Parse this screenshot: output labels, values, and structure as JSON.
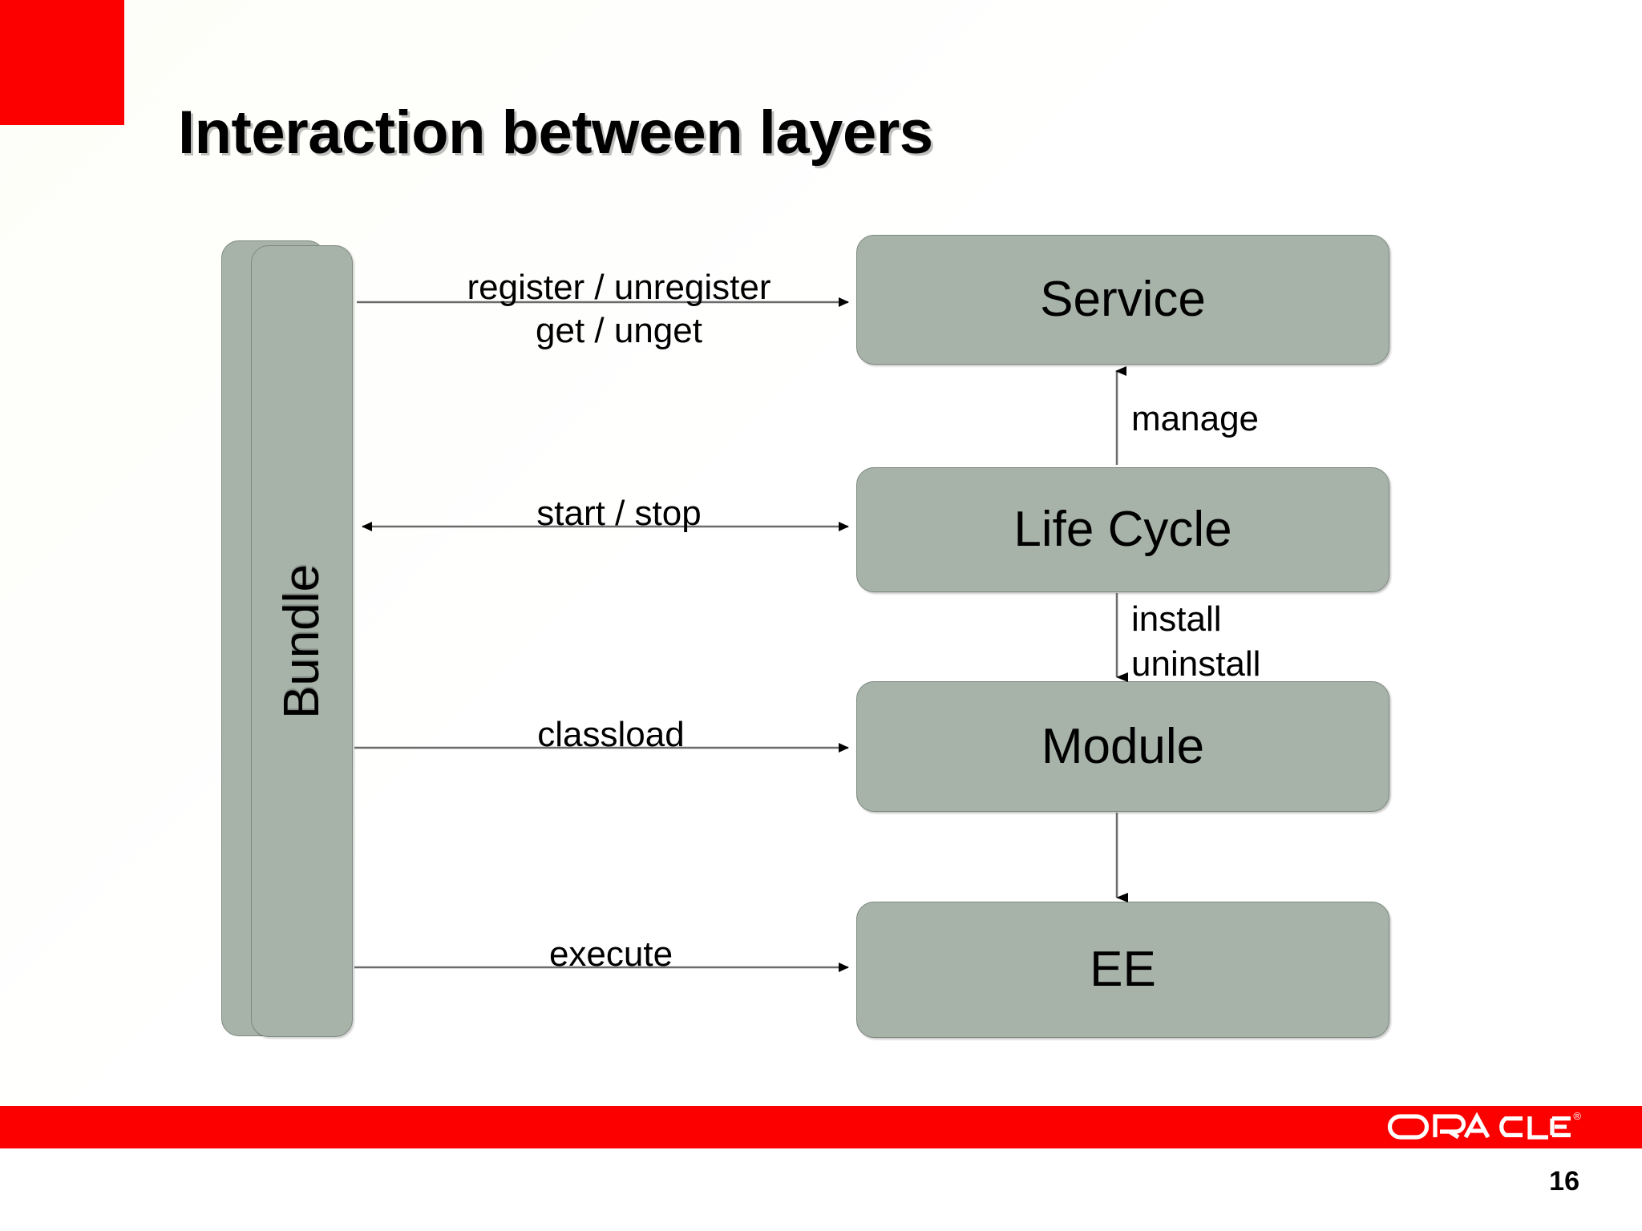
{
  "slide": {
    "title": "Interaction between layers",
    "page_number": "16",
    "accent_color": "#fc0000",
    "box_fill_color": "#a7b2a9",
    "background_color": "#ffffff"
  },
  "diagram": {
    "type": "layered-interaction-diagram",
    "actor": {
      "name": "bundle-stack",
      "label": "Bundle",
      "orientation": "vertical"
    },
    "layers": [
      {
        "id": "service",
        "label": "Service"
      },
      {
        "id": "lifecycle",
        "label": "Life Cycle"
      },
      {
        "id": "module",
        "label": "Module"
      },
      {
        "id": "ee",
        "label": "EE"
      }
    ],
    "horizontal_edges": [
      {
        "id": "bundle-service",
        "from": "Bundle",
        "to": "Service",
        "direction": "right",
        "label_above": "register / unregister",
        "label_below": "get / unget"
      },
      {
        "id": "bundle-lifecycle",
        "from": "Bundle",
        "to": "Life Cycle",
        "direction": "both",
        "label_above": "start / stop",
        "label_below": ""
      },
      {
        "id": "bundle-module",
        "from": "Bundle",
        "to": "Module",
        "direction": "right",
        "label_above": "classload",
        "label_below": ""
      },
      {
        "id": "bundle-ee",
        "from": "Bundle",
        "to": "EE",
        "direction": "right",
        "label_above": "execute",
        "label_below": ""
      }
    ],
    "vertical_edges": [
      {
        "id": "lifecycle-service",
        "from": "Life Cycle",
        "to": "Service",
        "direction": "up",
        "label_line1": "manage",
        "label_line2": ""
      },
      {
        "id": "lifecycle-module",
        "from": "Life Cycle",
        "to": "Module",
        "direction": "down",
        "label_line1": "install",
        "label_line2": "uninstall"
      },
      {
        "id": "module-ee",
        "from": "Module",
        "to": "EE",
        "direction": "down",
        "label_line1": "",
        "label_line2": ""
      }
    ]
  },
  "footer": {
    "brand": "ORACLE",
    "trademark": "®"
  }
}
